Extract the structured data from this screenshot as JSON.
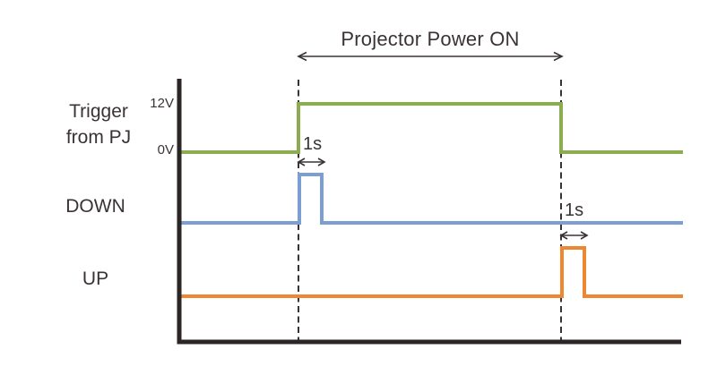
{
  "header": {
    "label": "Projector Power ON"
  },
  "signals": [
    {
      "id": "trigger",
      "label": "Trigger from PJ",
      "label_lines": [
        "Trigger",
        "from PJ"
      ],
      "color": "#8CAD4F",
      "levels": {
        "high": "12V",
        "low": "0V"
      },
      "points": [
        [
          201,
          170
        ],
        [
          333,
          170
        ],
        [
          333,
          116
        ],
        [
          626,
          116
        ],
        [
          626,
          170
        ],
        [
          762,
          170
        ]
      ]
    },
    {
      "id": "down",
      "label": "DOWN",
      "color": "#7C9FD3",
      "pulse_duration": "1s",
      "points": [
        [
          201,
          249
        ],
        [
          334,
          249
        ],
        [
          334,
          195
        ],
        [
          359,
          195
        ],
        [
          359,
          249
        ],
        [
          762,
          249
        ]
      ]
    },
    {
      "id": "up",
      "label": "UP",
      "color": "#EE8632",
      "pulse_duration": "1s",
      "points": [
        [
          201,
          331
        ],
        [
          627,
          331
        ],
        [
          627,
          277
        ],
        [
          652,
          277
        ],
        [
          652,
          331
        ],
        [
          762,
          331
        ]
      ]
    }
  ],
  "colors": {
    "axis": "#2B2526",
    "text": "#3A3335",
    "trigger_line": "#8CAD4F",
    "down_line": "#7C9FD3",
    "up_line": "#EE8632"
  }
}
